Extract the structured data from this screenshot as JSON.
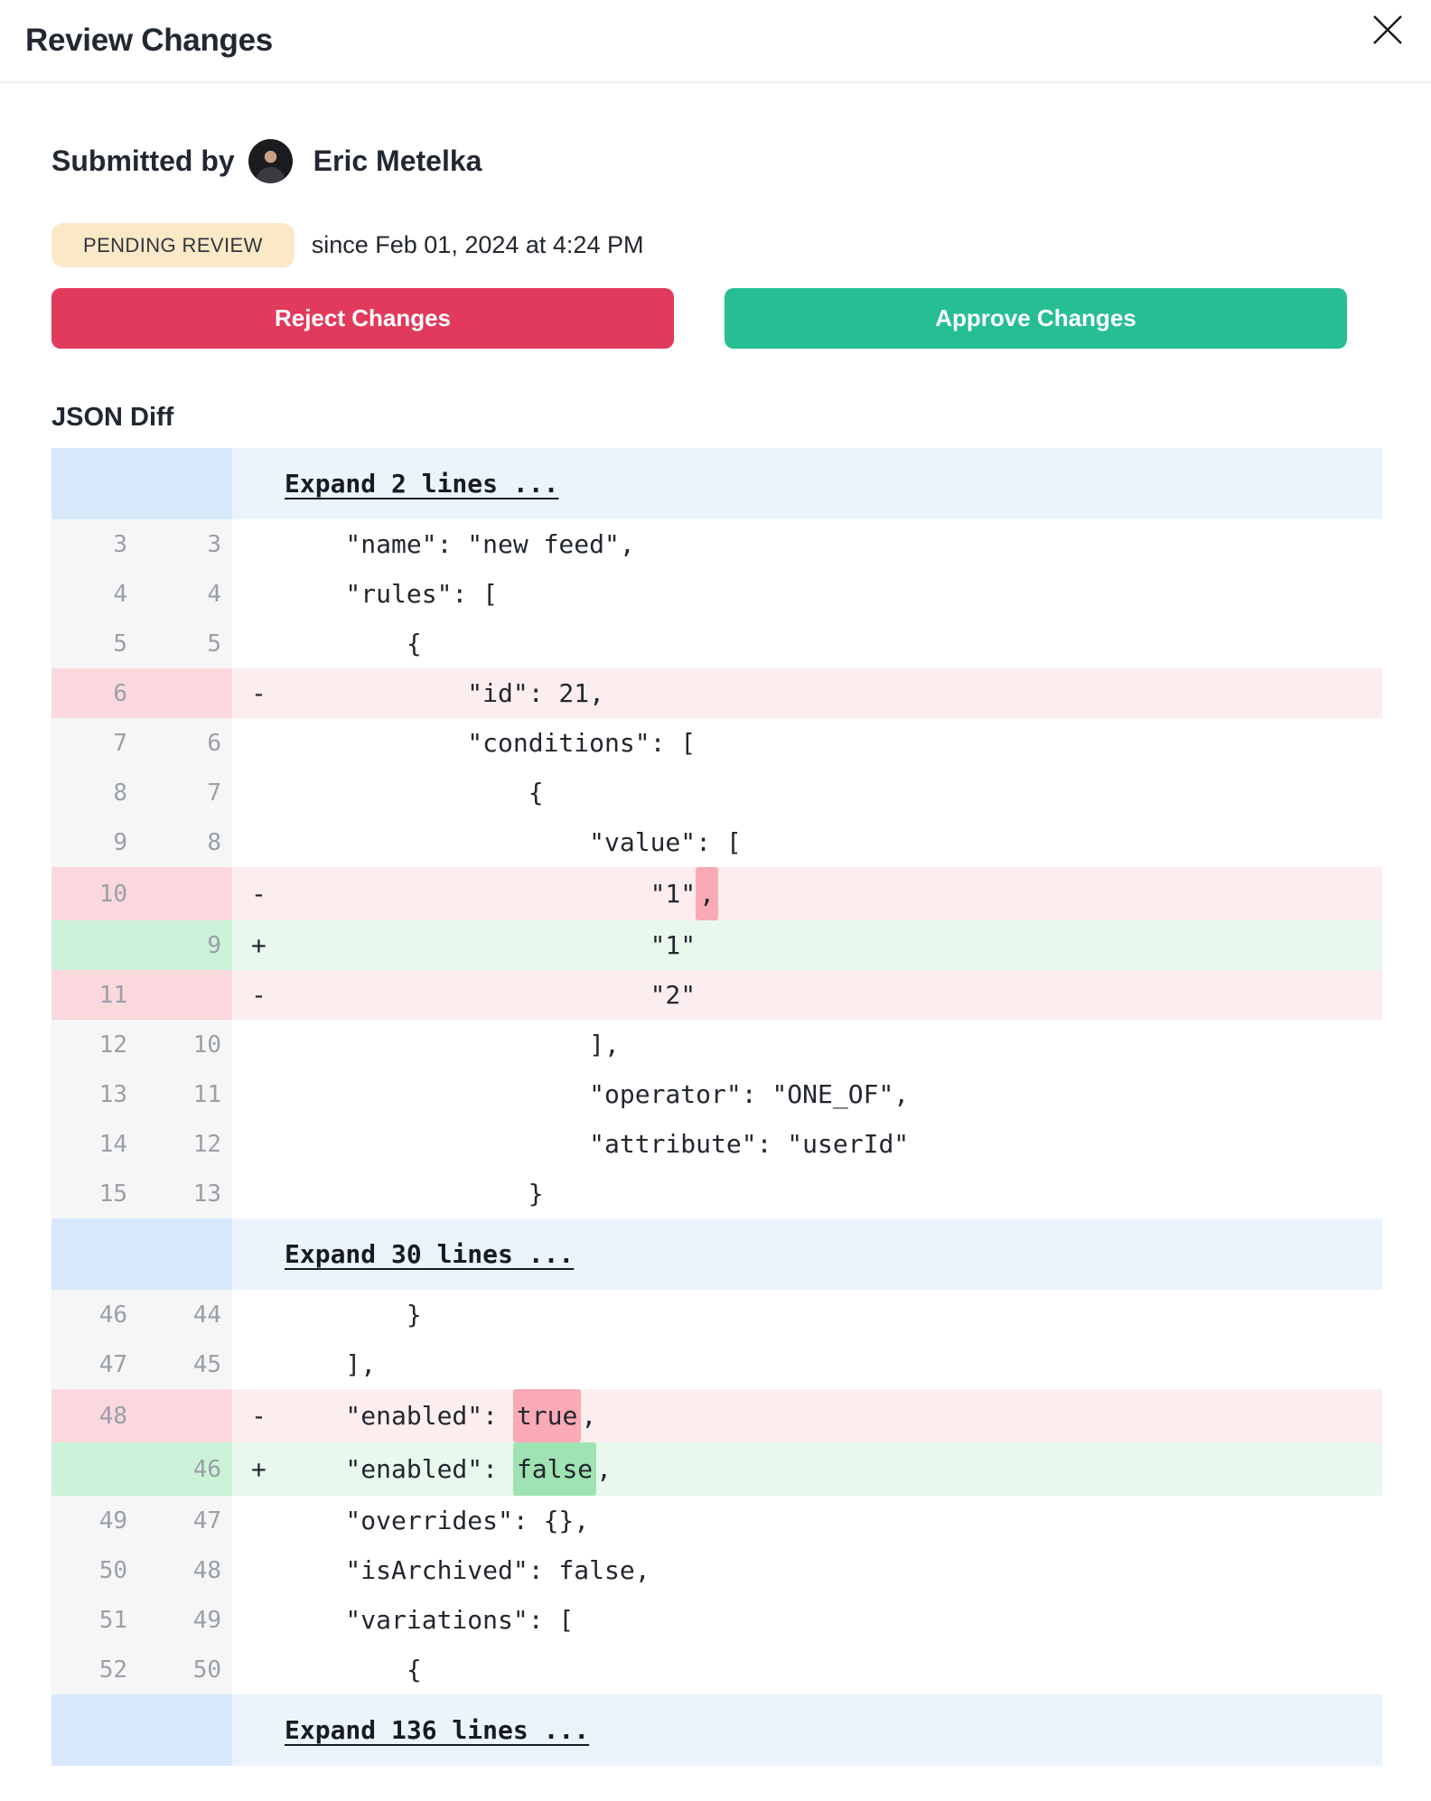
{
  "header": {
    "title": "Review Changes"
  },
  "submitted": {
    "label": "Submitted by",
    "author": "Eric Metelka"
  },
  "status": {
    "badge": "PENDING REVIEW",
    "since": "since Feb 01, 2024 at 4:24 PM"
  },
  "actions": {
    "reject": "Reject Changes",
    "approve": "Approve Changes"
  },
  "colors": {
    "reject_red": "#e23a5c",
    "approve_green": "#26be92",
    "badge_bg": "#fbe8c7",
    "badge_text": "#31363e",
    "deleted_row_bg": "#fcedef",
    "deleted_gutter_bg": "#fad8de",
    "deleted_inline_bg": "#faaab5",
    "added_row_bg": "#e8f8ed",
    "added_gutter_bg": "#cbf2d8",
    "added_inline_bg": "#9fe3b2",
    "expand_row_bg": "#ebf3fc",
    "expand_gutter_bg": "#d7e8fa"
  },
  "diff": {
    "title": "JSON Diff",
    "rows": [
      {
        "type": "expand",
        "label": "Expand 2 lines ..."
      },
      {
        "type": "context",
        "old": "3",
        "new": "3",
        "segments": [
          [
            "    \"name\": \"new feed\",",
            false
          ]
        ]
      },
      {
        "type": "context",
        "old": "4",
        "new": "4",
        "segments": [
          [
            "    \"rules\": [",
            false
          ]
        ]
      },
      {
        "type": "context",
        "old": "5",
        "new": "5",
        "segments": [
          [
            "        {",
            false
          ]
        ]
      },
      {
        "type": "del",
        "old": "6",
        "new": "",
        "segments": [
          [
            "            \"id\": 21,",
            false
          ]
        ]
      },
      {
        "type": "context",
        "old": "7",
        "new": "6",
        "segments": [
          [
            "            \"conditions\": [",
            false
          ]
        ]
      },
      {
        "type": "context",
        "old": "8",
        "new": "7",
        "segments": [
          [
            "                {",
            false
          ]
        ]
      },
      {
        "type": "context",
        "old": "9",
        "new": "8",
        "segments": [
          [
            "                    \"value\": [",
            false
          ]
        ]
      },
      {
        "type": "del",
        "old": "10",
        "new": "",
        "segments": [
          [
            "                        \"1\"",
            false
          ],
          [
            ",",
            true
          ]
        ]
      },
      {
        "type": "add",
        "old": "",
        "new": "9",
        "segments": [
          [
            "                        \"1\"",
            false
          ]
        ]
      },
      {
        "type": "del",
        "old": "11",
        "new": "",
        "segments": [
          [
            "                        \"2\"",
            false
          ]
        ]
      },
      {
        "type": "context",
        "old": "12",
        "new": "10",
        "segments": [
          [
            "                    ],",
            false
          ]
        ]
      },
      {
        "type": "context",
        "old": "13",
        "new": "11",
        "segments": [
          [
            "                    \"operator\": \"ONE_OF\",",
            false
          ]
        ]
      },
      {
        "type": "context",
        "old": "14",
        "new": "12",
        "segments": [
          [
            "                    \"attribute\": \"userId\"",
            false
          ]
        ]
      },
      {
        "type": "context",
        "old": "15",
        "new": "13",
        "segments": [
          [
            "                }",
            false
          ]
        ]
      },
      {
        "type": "expand",
        "label": "Expand 30 lines ..."
      },
      {
        "type": "context",
        "old": "46",
        "new": "44",
        "segments": [
          [
            "        }",
            false
          ]
        ]
      },
      {
        "type": "context",
        "old": "47",
        "new": "45",
        "segments": [
          [
            "    ],",
            false
          ]
        ]
      },
      {
        "type": "del",
        "old": "48",
        "new": "",
        "segments": [
          [
            "    \"enabled\": ",
            false
          ],
          [
            "true",
            true
          ],
          [
            ",",
            false
          ]
        ]
      },
      {
        "type": "add",
        "old": "",
        "new": "46",
        "segments": [
          [
            "    \"enabled\": ",
            false
          ],
          [
            "false",
            true
          ],
          [
            ",",
            false
          ]
        ]
      },
      {
        "type": "context",
        "old": "49",
        "new": "47",
        "segments": [
          [
            "    \"overrides\": {},",
            false
          ]
        ]
      },
      {
        "type": "context",
        "old": "50",
        "new": "48",
        "segments": [
          [
            "    \"isArchived\": false,",
            false
          ]
        ]
      },
      {
        "type": "context",
        "old": "51",
        "new": "49",
        "segments": [
          [
            "    \"variations\": [",
            false
          ]
        ]
      },
      {
        "type": "context",
        "old": "52",
        "new": "50",
        "segments": [
          [
            "        {",
            false
          ]
        ]
      },
      {
        "type": "expand",
        "label": "Expand 136 lines ..."
      }
    ]
  }
}
